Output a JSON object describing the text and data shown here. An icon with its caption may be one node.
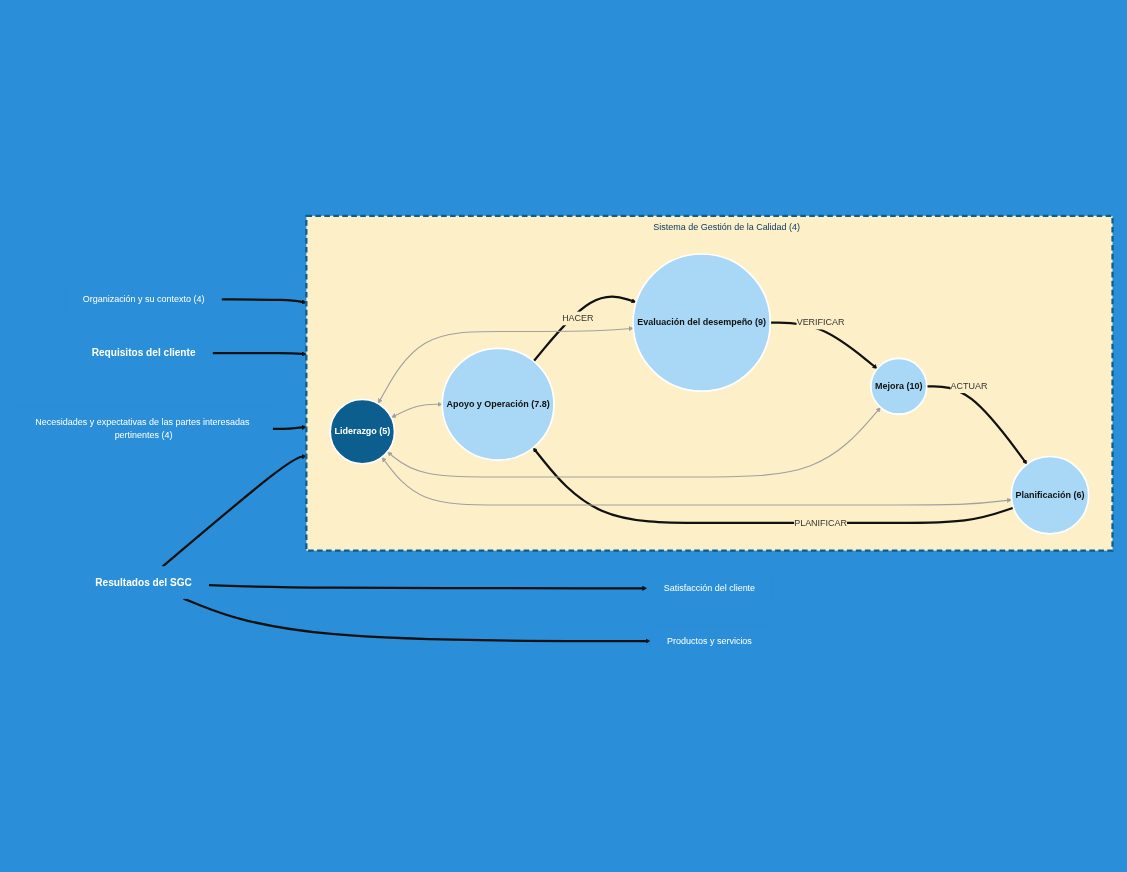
{
  "diagram": {
    "nodes": [
      {
        "text": [
          "Sistema de Gestión de la Calidad (4)"
        ]
      },
      {
        "text": [
          "Apoyo y Operación (7.8)"
        ],
        "in": 0
      },
      {
        "text": [
          "Planificación (6)"
        ],
        "in": 0
      },
      {
        "text": [
          "Liderazgo (5)"
        ],
        "in": 0
      },
      {
        "text": [
          "Evaluación del desempeño (9)"
        ],
        "in": 0
      },
      {
        "text": [
          "Mejora (10)"
        ],
        "in": 0
      },
      {
        "text": [
          "Organización y su contexto (4)"
        ]
      },
      {
        "text": [
          "Requisitos del cliente"
        ]
      },
      {
        "text": [
          "Necesidades y expectativas de las partes interesadas pertinentes (4)"
        ]
      },
      {
        "text": [
          "Resultados del SGC"
        ]
      },
      {
        "text": [
          "Satisfacción del cliente"
        ]
      },
      {
        "text": [
          "Productos y servicios"
        ]
      }
    ],
    "edges": [
      {
        "from": 2,
        "to": 1,
        "arrow": "to",
        "label": "PLANIFICAR"
      },
      {
        "from": 1,
        "to": 4,
        "arrow": "to",
        "label": "HACER"
      },
      {
        "from": 4,
        "to": 5,
        "arrow": "to",
        "label": "VERIFICAR"
      },
      {
        "from": 5,
        "to": 2,
        "arrow": "to",
        "label": "ACTUAR"
      },
      {
        "from": 3,
        "to": 1,
        "arrow": "both",
        "color": "#a0a0a0"
      },
      {
        "from": 3,
        "to": 2,
        "arrow": "both",
        "color": "#a0a0a0"
      },
      {
        "from": 3,
        "to": 4,
        "arrow": "both",
        "color": "#a0a0a0"
      },
      {
        "from": 3,
        "to": 5,
        "arrow": "both",
        "color": "#a0a0a0"
      },
      {
        "from": 6,
        "to": 0,
        "arrow": "to"
      },
      {
        "from": 7,
        "to": 0,
        "arrow": "to"
      },
      {
        "from": 8,
        "to": 0,
        "arrow": "to"
      },
      {
        "from": 9,
        "to": 0,
        "arrow": "to"
      },
      {
        "from": 9,
        "to": 10,
        "arrow": "to"
      },
      {
        "from": 9,
        "to": 11,
        "arrow": "to"
      }
    ]
  }
}
